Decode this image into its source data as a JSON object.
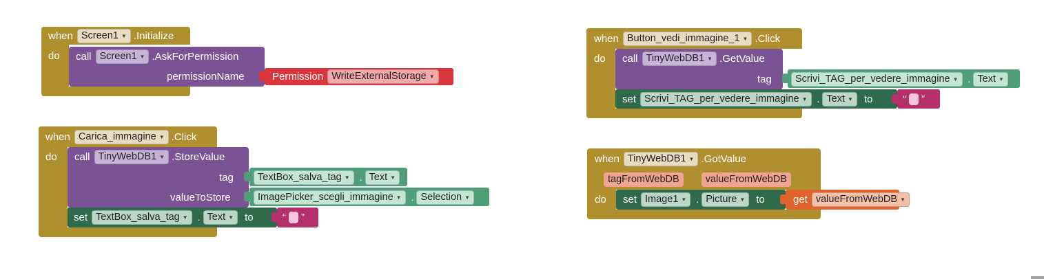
{
  "b1": {
    "when": "when",
    "do": "do",
    "component": "Screen1",
    "event": ".Initialize",
    "call": "call",
    "callComponent": "Screen1",
    "method": ".AskForPermission",
    "argLabel": "permissionName",
    "permissionKw": "Permission",
    "permissionValue": "WriteExternalStorage"
  },
  "b2": {
    "when": "when",
    "do": "do",
    "component": "Carica_immagine",
    "event": ".Click",
    "call": "call",
    "callComponent": "TinyWebDB1",
    "method": ".StoreValue",
    "arg1Label": "tag",
    "arg1Component": "TextBox_salva_tag",
    "arg1Prop": "Text",
    "arg2Label": "valueToStore",
    "arg2Component": "ImagePicker_scegli_immagine",
    "arg2Prop": "Selection",
    "set": "set",
    "setComponent": "TextBox_salva_tag",
    "setProp": "Text",
    "to": "to",
    "quoteOpen": "“",
    "quoteClose": "”"
  },
  "b3": {
    "when": "when",
    "do": "do",
    "component": "Button_vedi_immagine_1",
    "event": ".Click",
    "call": "call",
    "callComponent": "TinyWebDB1",
    "method": ".GetValue",
    "argLabel": "tag",
    "argComponent": "Scrivi_TAG_per_vedere_immagine",
    "argProp": "Text",
    "set": "set",
    "setComponent": "Scrivi_TAG_per_vedere_immagine",
    "setProp": "Text",
    "to": "to",
    "quoteOpen": "“",
    "quoteClose": "”"
  },
  "b4": {
    "when": "when",
    "do": "do",
    "component": "TinyWebDB1",
    "event": ".GotValue",
    "param1": "tagFromWebDB",
    "param2": "valueFromWebDB",
    "set": "set",
    "setComponent": "Image1",
    "setProp": "Picture",
    "to": "to",
    "get": "get",
    "getVar": "valueFromWebDB"
  },
  "colors": {
    "event": "#b08f2f",
    "procedure": "#7b5294",
    "setter": "#2f6b4a",
    "property": "#4f9e78",
    "permission": "#d9363e",
    "getter": "#e0632c",
    "text": "#b52f6a"
  }
}
